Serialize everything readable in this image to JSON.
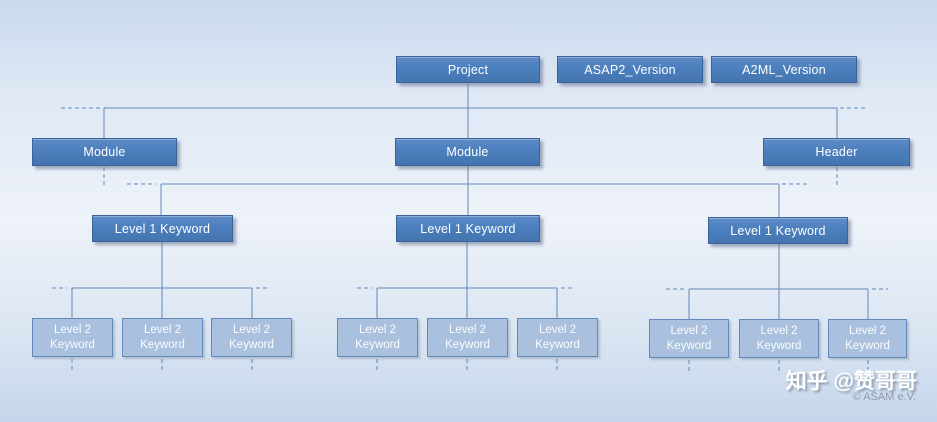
{
  "diagram": {
    "top_row": [
      {
        "label": "Project"
      },
      {
        "label": "ASAP2_Version"
      },
      {
        "label": "A2ML_Version"
      }
    ],
    "module_row": [
      {
        "label": "Module"
      },
      {
        "label": "Module"
      },
      {
        "label": "Header"
      }
    ],
    "level1_row": [
      {
        "label": "Level 1 Keyword"
      },
      {
        "label": "Level 1 Keyword"
      },
      {
        "label": "Level 1 Keyword"
      }
    ],
    "level2_groups": [
      {
        "items": [
          {
            "line1": "Level 2",
            "line2": "Keyword"
          },
          {
            "line1": "Level 2",
            "line2": "Keyword"
          },
          {
            "line1": "Level 2",
            "line2": "Keyword"
          }
        ]
      },
      {
        "items": [
          {
            "line1": "Level 2",
            "line2": "Keyword"
          },
          {
            "line1": "Level 2",
            "line2": "Keyword"
          },
          {
            "line1": "Level 2",
            "line2": "Keyword"
          }
        ]
      },
      {
        "items": [
          {
            "line1": "Level 2",
            "line2": "Keyword"
          },
          {
            "line1": "Level 2",
            "line2": "Keyword"
          },
          {
            "line1": "Level 2",
            "line2": "Keyword"
          }
        ]
      }
    ]
  },
  "watermark": {
    "zhihu": "知乎 @赞哥哥",
    "asam": "© ASAM e.V."
  },
  "colors": {
    "node_fill": "#4a7ebc",
    "node_border": "#3c6399",
    "level2_fill": "#a9c0de",
    "level2_border": "#6289ba",
    "connector": "#6288b8",
    "background_top": "#c9d9ee",
    "background_middle": "#eef2f9",
    "background_bottom": "#c5d6ec",
    "text": "#ffffff"
  }
}
